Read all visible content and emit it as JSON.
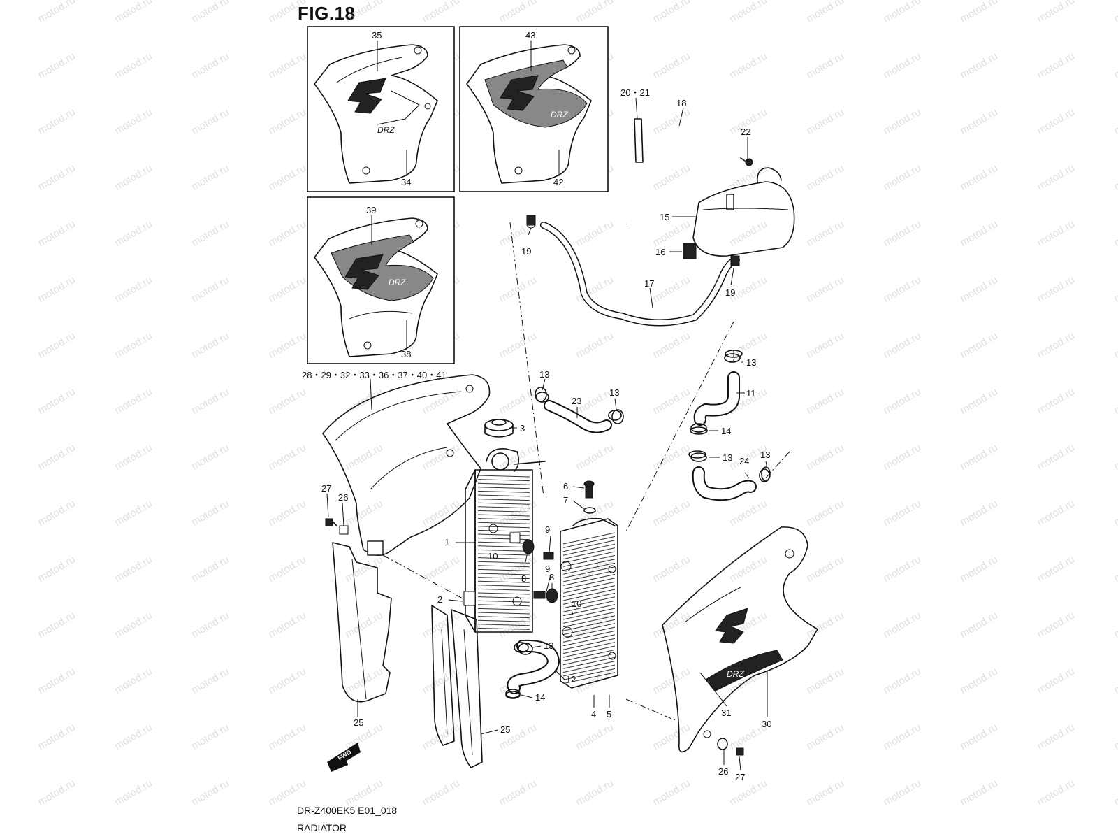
{
  "figure": {
    "title": "FIG.18",
    "model_code": "DR-Z400EK5 E01_018",
    "section_name": "RADIATOR"
  },
  "watermark": {
    "text": "motod.ru",
    "color": "#b9b9b9"
  },
  "labels": {
    "l35": "35",
    "l34": "34",
    "l43": "43",
    "l42": "42",
    "l39": "39",
    "l38": "38",
    "l2021": "20・21",
    "l18": "18",
    "l22": "22",
    "l15": "15",
    "l16": "16",
    "l19a": "19",
    "l19b": "19",
    "l17": "17",
    "lgroup": "28・29・32・33・36・37・40・41",
    "l3": "3",
    "l13a": "13",
    "l23": "23",
    "l13b": "13",
    "l13c": "13",
    "l11": "11",
    "l14a": "14",
    "l13d": "13",
    "l13e": "13",
    "l24": "24",
    "l6": "6",
    "l7": "7",
    "l27a": "27",
    "l26a": "26",
    "l1": "1",
    "l9a": "9",
    "l10a": "10",
    "l9b": "9",
    "l8a": "8",
    "l8b": "8",
    "l10b": "10",
    "l2": "2",
    "l13f": "13",
    "l12": "12",
    "l14b": "14",
    "l25a": "25",
    "l25b": "25",
    "l4": "4",
    "l5": "5",
    "l31": "31",
    "l30": "30",
    "l26b": "26",
    "l27b": "27"
  },
  "badges": {
    "fwd": "FWD"
  },
  "logos": {
    "brand": "S",
    "model": "DRZ"
  }
}
